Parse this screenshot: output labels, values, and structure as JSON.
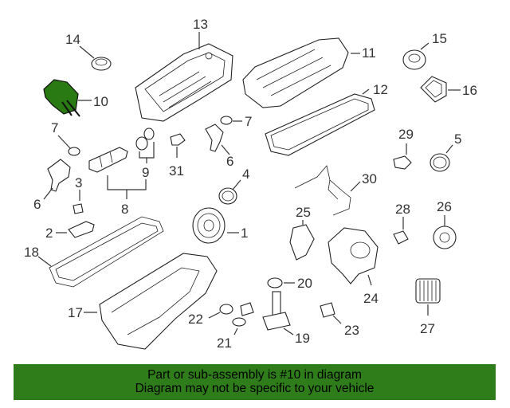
{
  "callouts": {
    "c1": "1",
    "c2": "2",
    "c3": "3",
    "c4": "4",
    "c5": "5",
    "c6a": "6",
    "c6b": "6",
    "c7a": "7",
    "c7b": "7",
    "c8": "8",
    "c9": "9",
    "c10": "10",
    "c11": "11",
    "c12": "12",
    "c13": "13",
    "c14": "14",
    "c15": "15",
    "c16": "16",
    "c17": "17",
    "c18": "18",
    "c19": "19",
    "c20": "20",
    "c21": "21",
    "c22": "22",
    "c23": "23",
    "c24": "24",
    "c25": "25",
    "c26": "26",
    "c27": "27",
    "c28": "28",
    "c29": "29",
    "c30": "30",
    "c31": "31"
  },
  "highlight_color": "#2a7a14",
  "banner": {
    "bg_color": "#2e7d1a",
    "line1": "Part or sub-assembly is #10 in diagram",
    "line2": "Diagram may not be specific to your vehicle"
  }
}
